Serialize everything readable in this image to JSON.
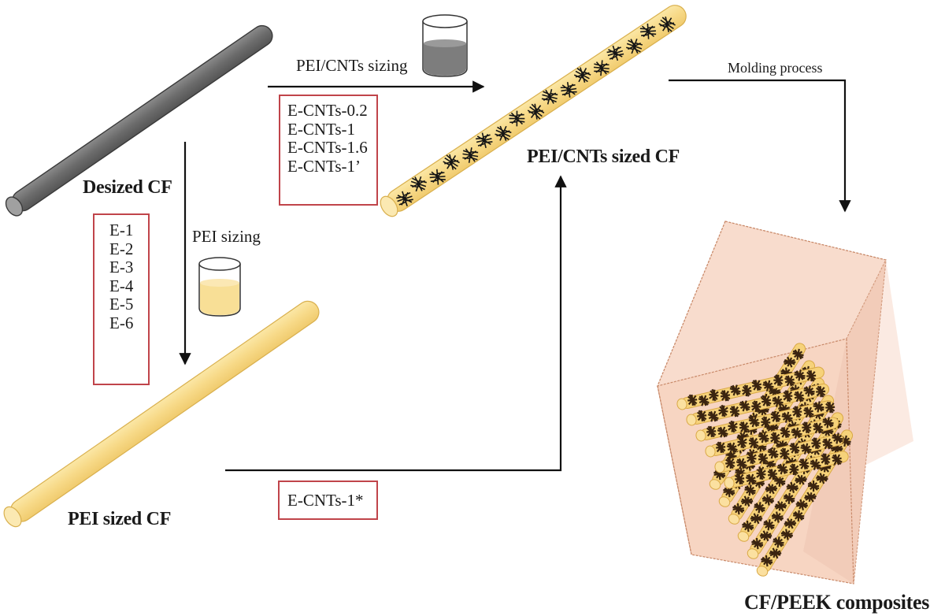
{
  "diagram": {
    "title": "Preparation of sized carbon fibers and CF/PEEK composites",
    "colors": {
      "desized_fiber": "#6e6e6e",
      "pei_fiber": "#f8dc8c",
      "sample_box_border": "#c0444a",
      "composite_block": "#f5cdb8",
      "cnt_deposit": "#2b1a0a",
      "arrow": "#111111"
    },
    "nodes": {
      "desized_cf": {
        "label": "Desized CF"
      },
      "pei_sized_cf": {
        "label": "PEI sized CF"
      },
      "pei_cnts_sized_cf": {
        "label": "PEI/CNTs sized CF"
      },
      "composites": {
        "label": "CF/PEEK composites"
      }
    },
    "processes": {
      "pei_sizing": {
        "label": "PEI sizing",
        "icon": "beaker-yellow-icon"
      },
      "pei_cnts_sizing": {
        "label": "PEI/CNTs sizing",
        "icon": "beaker-gray-icon"
      },
      "molding": {
        "label": "Molding process"
      }
    },
    "sample_groups": {
      "pei_samples": [
        "E-1",
        "E-2",
        "E-3",
        "E-4",
        "E-5",
        "E-6"
      ],
      "pei_cnts_samples": [
        "E-CNTs-0.2",
        "E-CNTs-1",
        "E-CNTs-1.6",
        "E-CNTs-1’"
      ],
      "two_step_samples": [
        "E-CNTs-1*"
      ]
    },
    "edges": [
      {
        "from": "desized_cf",
        "to": "pei_sized_cf",
        "label": "PEI sizing"
      },
      {
        "from": "desized_cf",
        "to": "pei_cnts_sized_cf",
        "label": "PEI/CNTs sizing"
      },
      {
        "from": "pei_sized_cf",
        "to": "pei_cnts_sized_cf",
        "label": "E-CNTs-1*"
      },
      {
        "from": "pei_cnts_sized_cf",
        "to": "composites",
        "label": "Molding process"
      }
    ]
  }
}
